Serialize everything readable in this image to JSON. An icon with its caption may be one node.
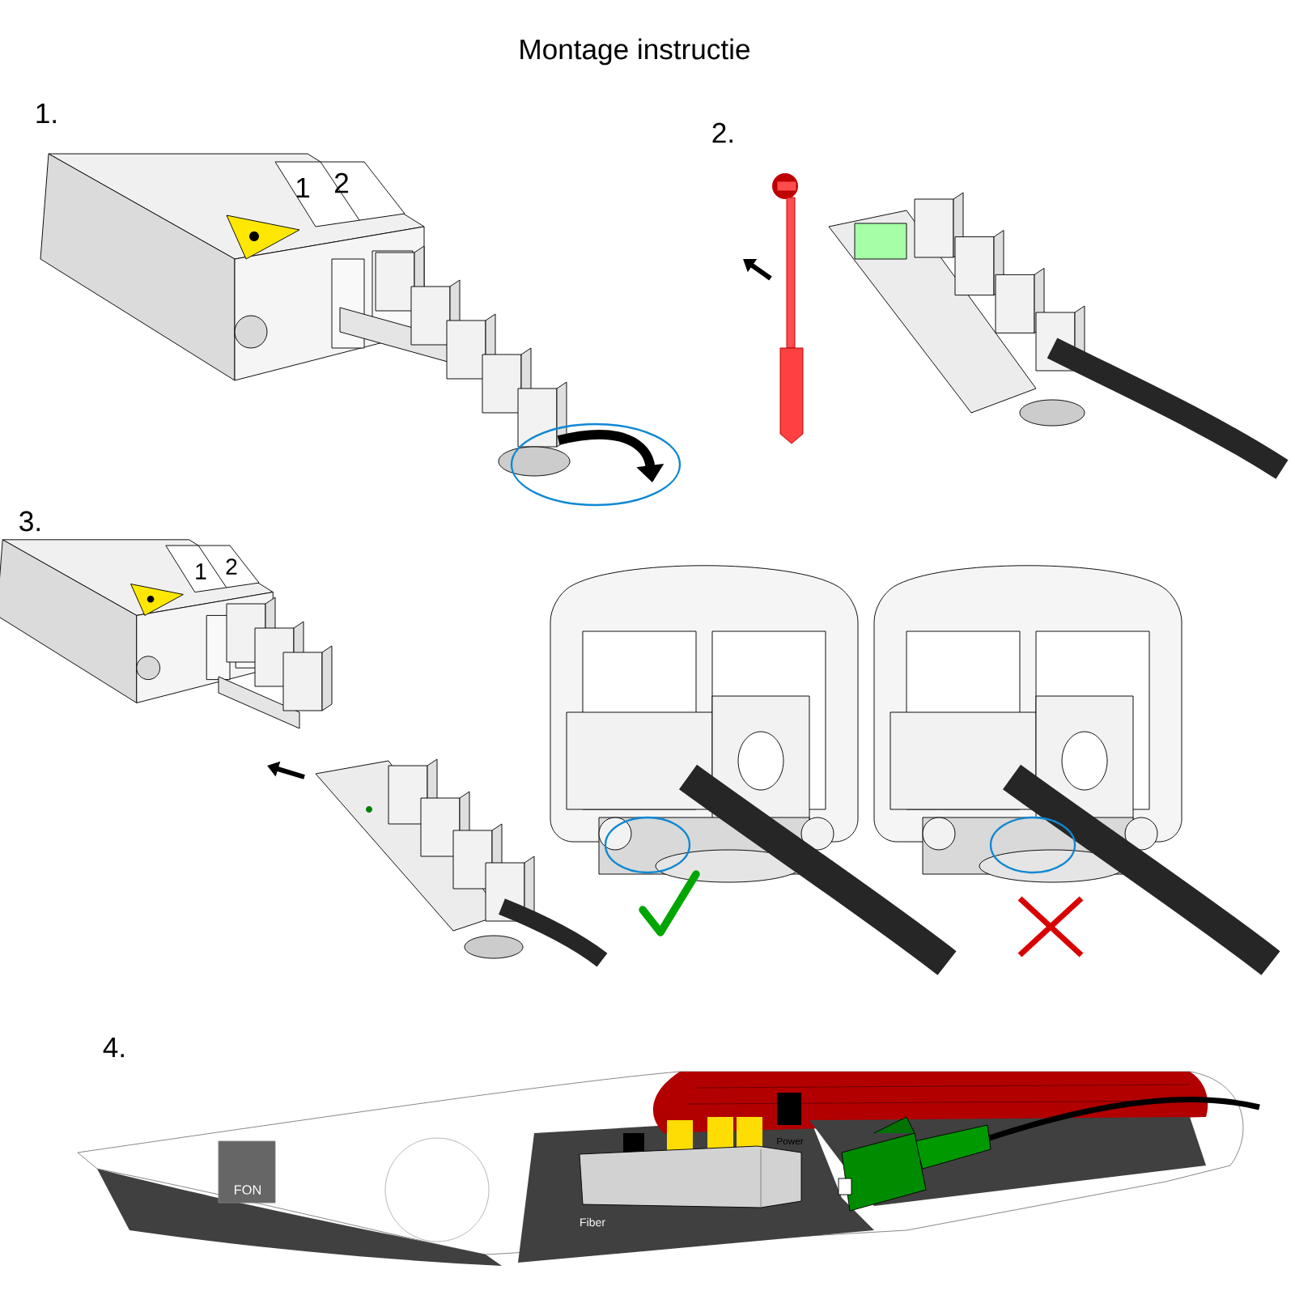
{
  "diagram": {
    "title": "Montage instructie",
    "labels": [
      "1.",
      "2.",
      "1",
      "2",
      "3.",
      "1",
      "2",
      "4.",
      "Power",
      "FON",
      "Fiber"
    ]
  }
}
